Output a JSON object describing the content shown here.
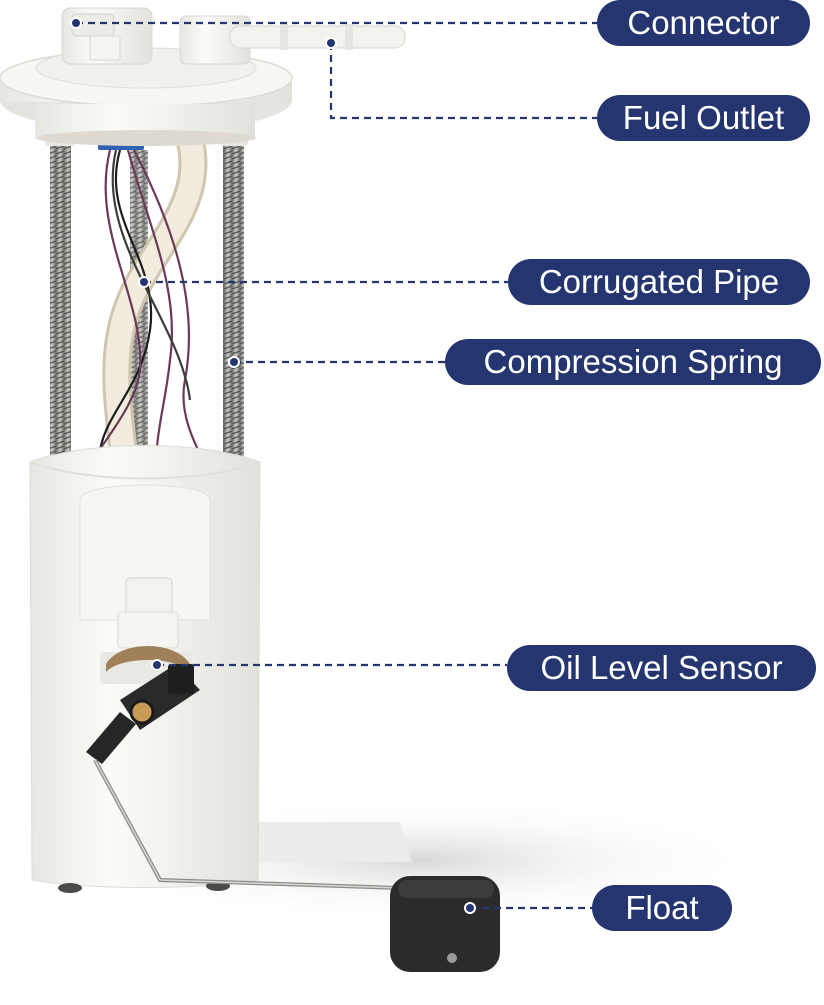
{
  "colors": {
    "label_bg": "#243570",
    "label_text": "#ffffff",
    "leader_line": "#243570",
    "plastic": "#f4f4f1",
    "spring": "#9a9a98",
    "float": "#2b2b2b"
  },
  "labels": {
    "connector": "Connector",
    "fuel_outlet": "Fuel Outlet",
    "corrugated_pipe": "Corrugated Pipe",
    "compression_spring": "Compression Spring",
    "oil_level_sensor": "Oil Level Sensor",
    "float": "Float"
  }
}
